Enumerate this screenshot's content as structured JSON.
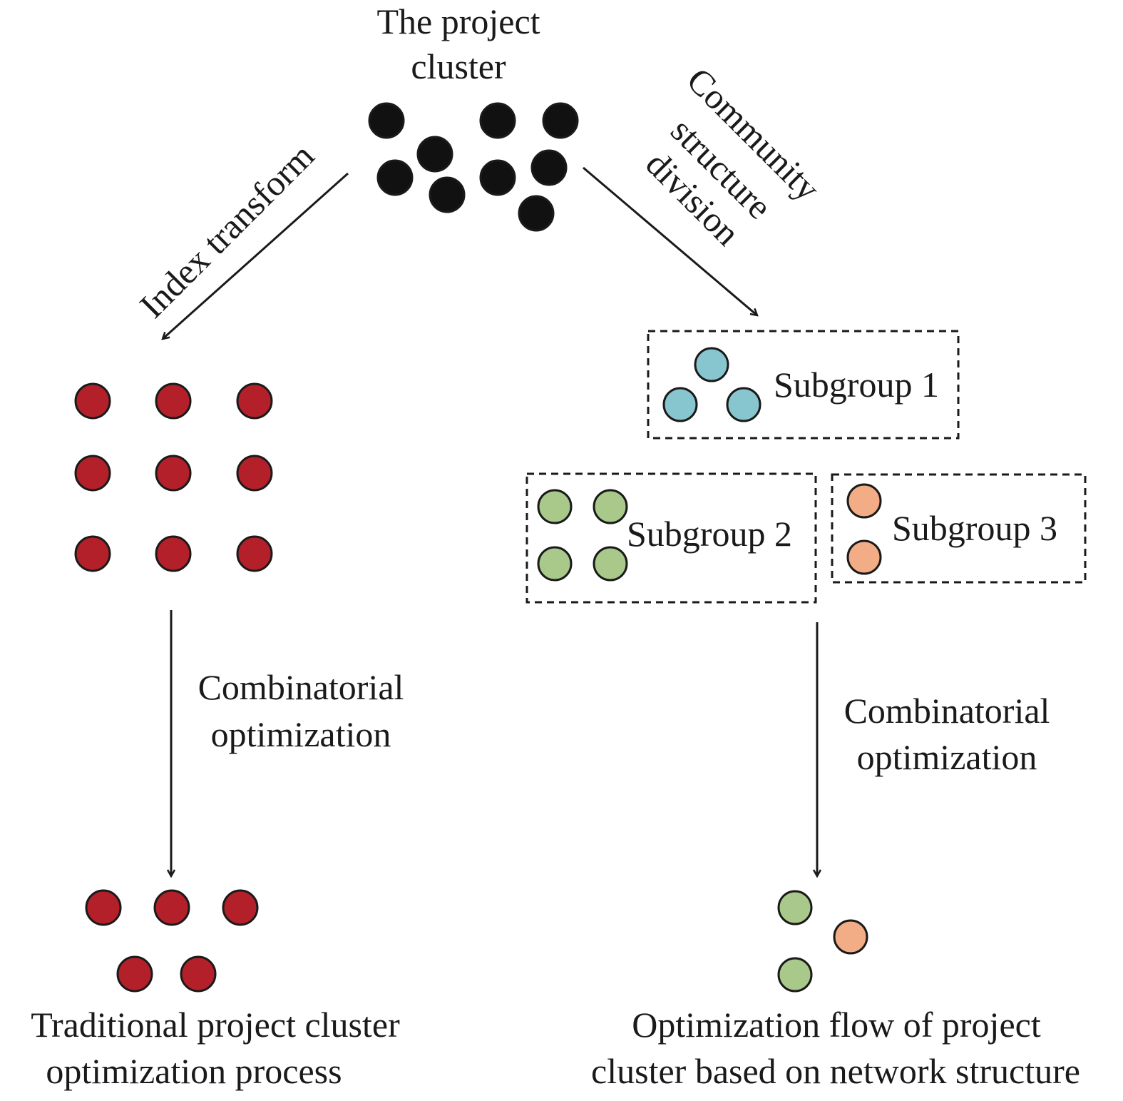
{
  "top": {
    "title_line1": "The project",
    "title_line2": "cluster"
  },
  "left_branch": {
    "arrow_label": "Index transform",
    "step_label_line1": "Combinatorial",
    "step_label_line2": "optimization",
    "result_line1": "Traditional project cluster",
    "result_line2": "optimization process"
  },
  "right_branch": {
    "arrow_label_line1": "Community",
    "arrow_label_line2": "structure",
    "arrow_label_line3": "division",
    "subgroups": [
      {
        "label": "Subgroup 1",
        "color": "#88c6cf",
        "nodes": 3
      },
      {
        "label": "Subgroup 2",
        "color": "#a9c98a",
        "nodes": 4
      },
      {
        "label": "Subgroup 3",
        "color": "#f2ac86",
        "nodes": 2
      }
    ],
    "step_label_line1": "Combinatorial",
    "step_label_line2": "optimization",
    "result_line1": "Optimization flow of project",
    "result_line2": "cluster based on network structure"
  },
  "colors": {
    "cluster_node": "#111111",
    "transformed_node": "#b3202a",
    "subgroup1_node": "#88c6cf",
    "subgroup2_node": "#a9c98a",
    "subgroup3_node": "#f2ac86",
    "line": "#1a1a1a"
  }
}
